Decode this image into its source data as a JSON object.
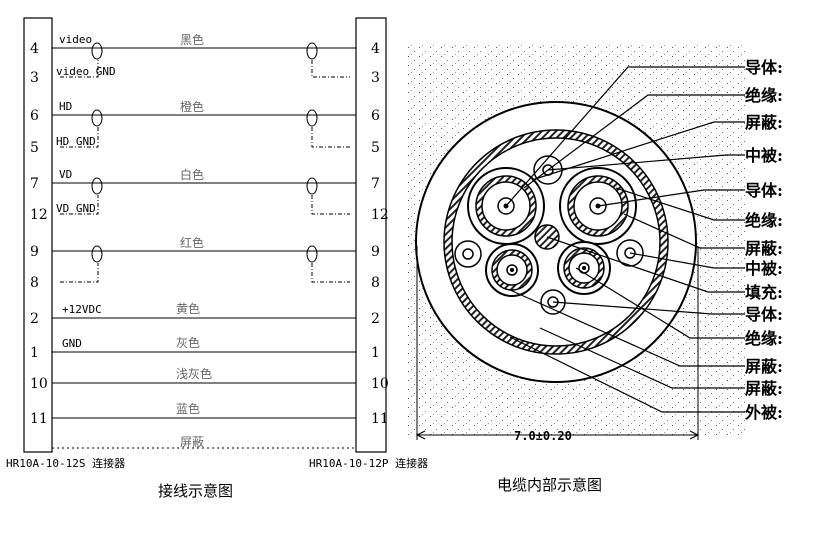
{
  "wiring": {
    "caption": "接线示意图",
    "left_connector_label": "HR10A-10-12S 连接器",
    "right_connector_label": "HR10A-10-12P 连接器",
    "rows": [
      {
        "pin_top": "4",
        "pin_bottom": "3",
        "signal_top": "video",
        "signal_bottom": "video GND",
        "color": "黑色",
        "pair": true
      },
      {
        "pin_top": "6",
        "pin_bottom": "5",
        "signal_top": "HD",
        "signal_bottom": "HD GND",
        "color": "橙色",
        "pair": true
      },
      {
        "pin_top": "7",
        "pin_bottom": "12",
        "signal_top": "VD",
        "signal_bottom": "VD GND",
        "color": "白色",
        "pair": true
      },
      {
        "pin_top": "9",
        "pin_bottom": "8",
        "signal_top": "",
        "signal_bottom": "",
        "color": "红色",
        "pair": true
      },
      {
        "pin_top": "2",
        "signal_top": "+12VDC",
        "color": "黄色",
        "pair": false
      },
      {
        "pin_top": "1",
        "signal_top": "GND",
        "color": "灰色",
        "pair": false
      },
      {
        "pin_top": "10",
        "signal_top": "",
        "color": "浅灰色",
        "pair": false
      },
      {
        "pin_top": "11",
        "signal_top": "",
        "color": "蓝色",
        "pair": false
      }
    ],
    "shield_label": "屏蔽"
  },
  "cable": {
    "caption": "电缆内部示意图",
    "dimension": "7.0±0.20",
    "labels": [
      "导体:",
      "绝缘:",
      "屏蔽:",
      "中被:",
      "导体:",
      "绝缘:",
      "屏蔽:",
      "中被:",
      "填充:",
      "导体:",
      "绝缘:",
      "屏蔽:",
      "屏蔽:",
      "外被:"
    ]
  }
}
